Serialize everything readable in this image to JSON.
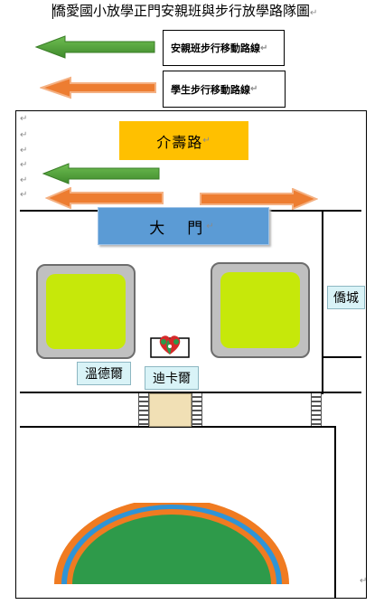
{
  "title": "僑愛國小放學正門安親班與步行放學路隊圖",
  "legend": {
    "green_label": "安親班步行移動路線",
    "orange_label": "學生步行移動路線"
  },
  "map": {
    "road_label": "介壽路",
    "gate_label": "大　門",
    "place_right": "僑城",
    "place_left": "溫德爾",
    "place_center": "迪卡爾"
  },
  "marks": {
    "paragraph": "↵"
  },
  "colors": {
    "green_arrow": "#4e9a3a",
    "orange_arrow": "#ed7d31",
    "road": "#ffc000",
    "gate": "#5b9bd5",
    "court": "#c6e80a",
    "track_orange": "#f07b21",
    "track_blue": "#2f94d6",
    "field_green": "#2e9a4a"
  }
}
